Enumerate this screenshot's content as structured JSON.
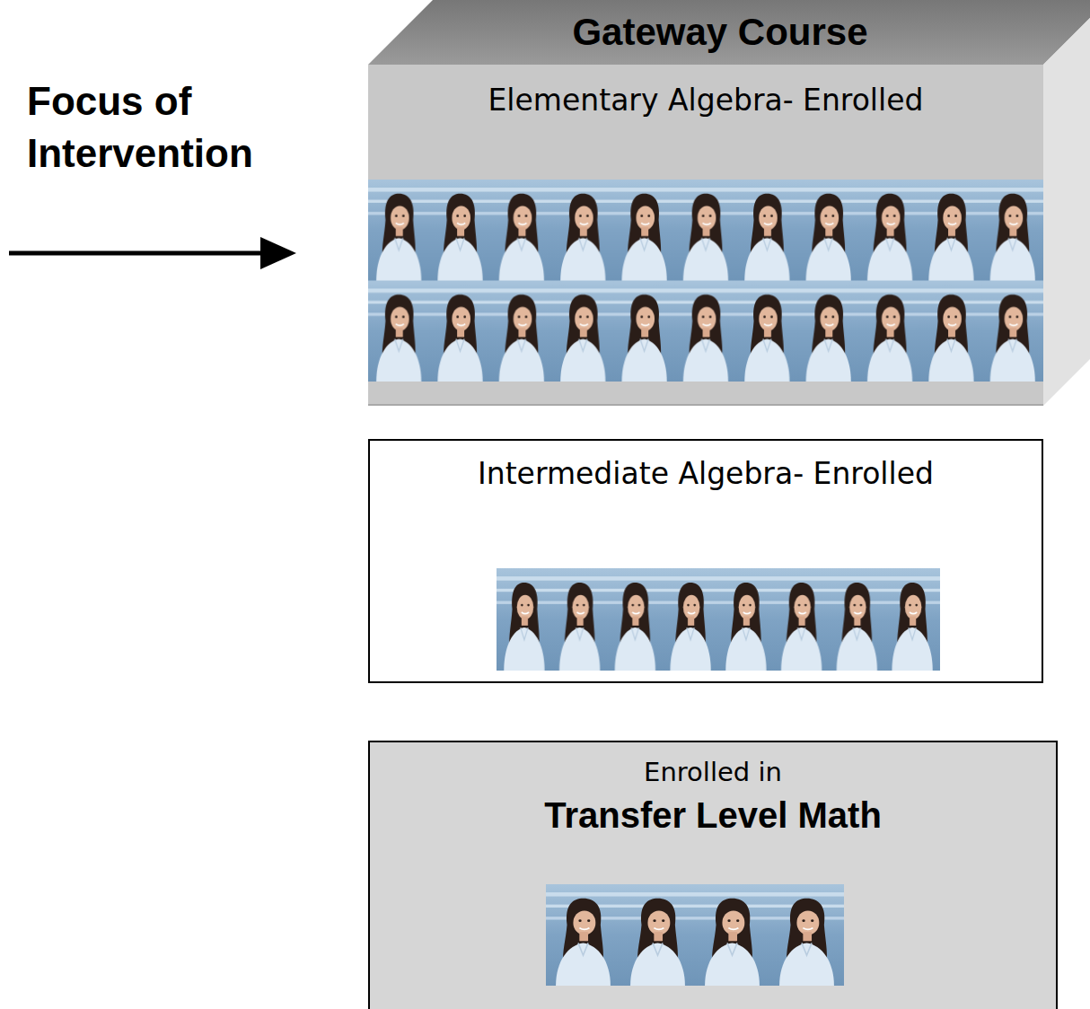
{
  "diagram": {
    "nodes": [
      {
        "text": [
          "Gateway Course",
          "Elementary Algebra- Enrolled"
        ]
      },
      {
        "text": [
          "Intermediate Algebra- Enrolled"
        ]
      },
      {
        "text": [
          "Enrolled in",
          "Transfer Level Math"
        ]
      }
    ],
    "labels": [
      "Focus of Intervention"
    ]
  }
}
